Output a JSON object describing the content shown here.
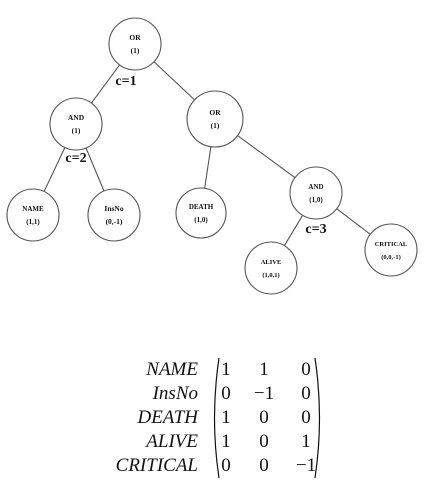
{
  "tree": {
    "nodes": [
      {
        "id": "root",
        "type": "OR",
        "value": "(1)"
      },
      {
        "id": "and1",
        "type": "AND",
        "value": "(1)"
      },
      {
        "id": "or2",
        "type": "OR",
        "value": "(1)"
      },
      {
        "id": "name",
        "type": "NAME",
        "value": "(1,1)"
      },
      {
        "id": "insno",
        "type": "InsNo",
        "value": "(0,-1)"
      },
      {
        "id": "death",
        "type": "DEATH",
        "value": "(1,0)"
      },
      {
        "id": "and2",
        "type": "AND",
        "value": "(1,0)"
      },
      {
        "id": "alive",
        "type": "ALIVE",
        "value": "(1,0,1)"
      },
      {
        "id": "critical",
        "type": "CRITICAL",
        "value": "(0,0,-1)"
      }
    ],
    "edges": [
      {
        "from": "root",
        "to": "and1"
      },
      {
        "from": "root",
        "to": "or2"
      },
      {
        "from": "and1",
        "to": "name"
      },
      {
        "from": "and1",
        "to": "insno"
      },
      {
        "from": "or2",
        "to": "death"
      },
      {
        "from": "or2",
        "to": "and2"
      },
      {
        "from": "and2",
        "to": "alive"
      },
      {
        "from": "and2",
        "to": "critical"
      }
    ],
    "labels": [
      {
        "id": "c1",
        "text": "c=1"
      },
      {
        "id": "c2",
        "text": "c=2"
      },
      {
        "id": "c3",
        "text": "c=3"
      }
    ]
  },
  "matrix": {
    "rows": [
      {
        "label": "NAME",
        "values": [
          "1",
          "1",
          "0"
        ]
      },
      {
        "label": "InsNo",
        "values": [
          "0",
          "−1",
          "0"
        ]
      },
      {
        "label": "DEATH",
        "values": [
          "1",
          "0",
          "0"
        ]
      },
      {
        "label": "ALIVE",
        "values": [
          "1",
          "0",
          "1"
        ]
      },
      {
        "label": "CRITICAL",
        "values": [
          "0",
          "0",
          "−1"
        ]
      }
    ]
  }
}
